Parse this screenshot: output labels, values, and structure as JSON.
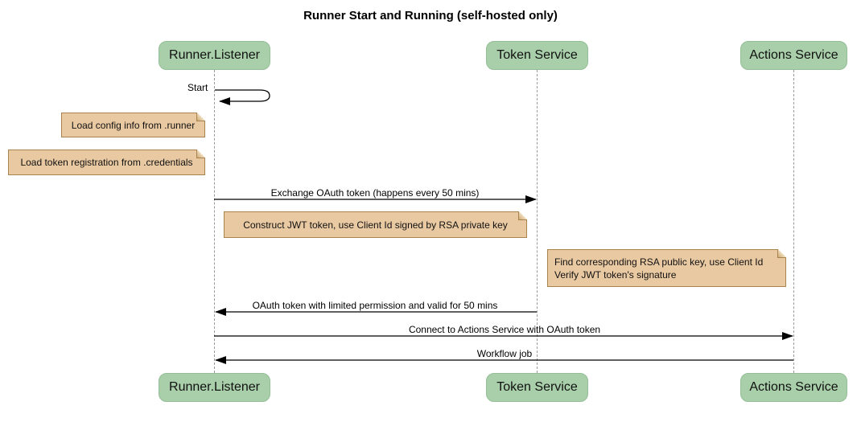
{
  "title": "Runner Start and Running (self-hosted only)",
  "diagram_type": "sequence",
  "participants": [
    {
      "name": "Runner.Listener"
    },
    {
      "name": "Token Service"
    },
    {
      "name": "Actions Service"
    }
  ],
  "messages": [
    {
      "label": "Start",
      "from": "Runner.Listener",
      "to": "Runner.Listener",
      "kind": "self"
    },
    {
      "label": "Exchange OAuth token (happens every 50 mins)",
      "from": "Runner.Listener",
      "to": "Token Service",
      "kind": "solid-arrow"
    },
    {
      "label": "OAuth token with limited permission and valid for 50 mins",
      "from": "Token Service",
      "to": "Runner.Listener",
      "kind": "solid-arrow"
    },
    {
      "label": "Connect to Actions Service with OAuth token",
      "from": "Runner.Listener",
      "to": "Actions Service",
      "kind": "solid-arrow"
    },
    {
      "label": "Workflow job",
      "from": "Actions Service",
      "to": "Runner.Listener",
      "kind": "solid-arrow"
    }
  ],
  "notes": [
    {
      "text": "Load config info from .runner",
      "position": "left-of-runner-listener"
    },
    {
      "text": "Load token registration from .credentials",
      "position": "left-of-runner-listener"
    },
    {
      "text": "Construct JWT token, use Client Id signed by RSA private key",
      "position": "between-runner-listener-and-token-service"
    },
    {
      "lines": [
        "Find corresponding RSA public key, use Client Id",
        "Verify JWT token's signature"
      ],
      "position": "between-token-service-and-actions-service"
    }
  ],
  "colors": {
    "participant_fill": "#A8CFA9",
    "participant_border": "#94BE96",
    "note_fill": "#E9C9A2",
    "note_border": "#A8834E",
    "lifeline": "#999999",
    "arrow": "#000000",
    "background": "#ffffff"
  }
}
